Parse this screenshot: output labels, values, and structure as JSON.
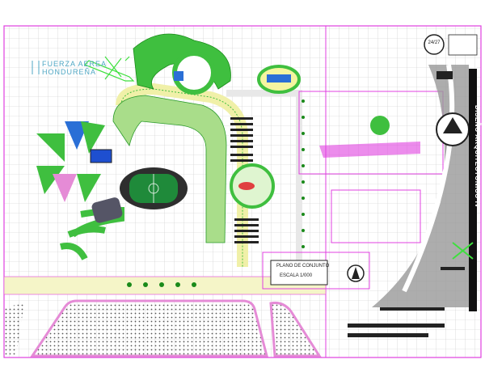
{
  "drawing": {
    "logo": {
      "line1": "FUERZA AEREA",
      "line2": "HONDUREÑA"
    },
    "plan_label": {
      "title": "PLANO DE CONJUNTO",
      "scale": "ESCALA 1/000"
    },
    "title_block": {
      "sheet_number": "24/27",
      "course_title": "DISEÑO ARQUITECTONICO IV"
    },
    "colors": {
      "grid": "#c8c8c8",
      "border": "#e040e0",
      "vegetation": "#3fbf3f",
      "path": "#f2f2a0",
      "water": "#2a6fd6"
    }
  }
}
